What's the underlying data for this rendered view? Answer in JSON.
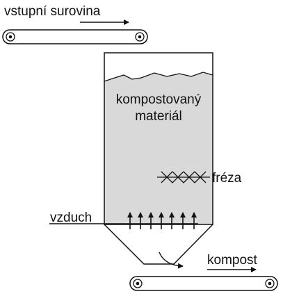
{
  "diagram": {
    "labels": {
      "input_feed": "vstupní surovina",
      "material_line1": "kompostovaný",
      "material_line2": "materiál",
      "mill": "fréza",
      "air": "vzduch",
      "output": "kompost"
    },
    "colors": {
      "fill": "#d9d9d9",
      "stroke": "#1a1a1a"
    }
  }
}
